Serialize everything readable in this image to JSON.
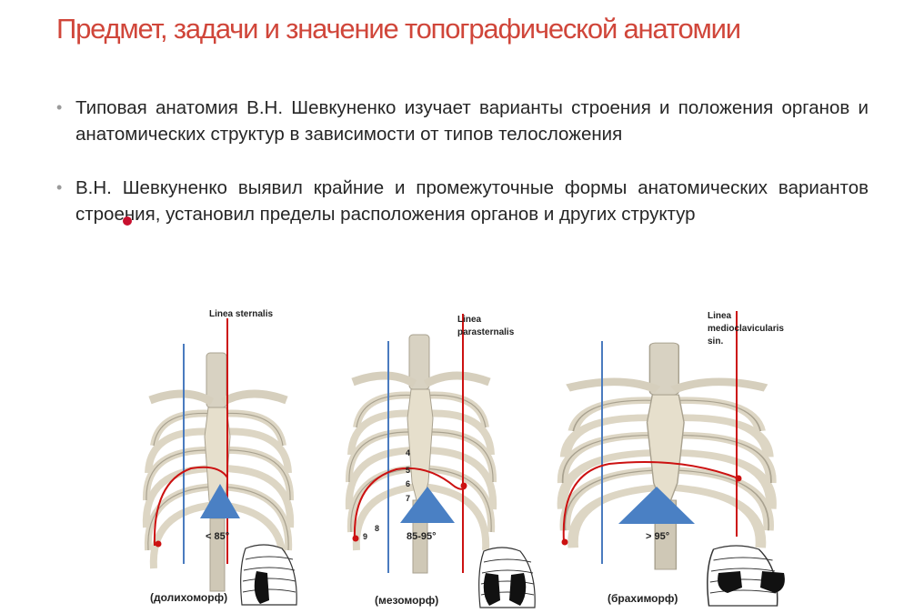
{
  "slide": {
    "title": "Предмет, задачи и значение топографической анатомии",
    "bullets": [
      "Типовая анатомия В.Н. Шевкуненко изучает варианты строения и положения органов и анатомических структур в зависимости от типов телосложения",
      "В.Н. Шевкуненко выявил крайние и промежуточные формы анатомических вариантов строения, установил пределы расположения органов и других структур"
    ]
  },
  "figure": {
    "panels": [
      {
        "line_label": [
          "Linea  sternalis"
        ],
        "angle": "< 85°",
        "type_label": "(долихоморф)",
        "rib_numbers": []
      },
      {
        "line_label": [
          "Linea",
          "parasternalis"
        ],
        "angle": "85-95°",
        "type_label": "(мезоморф)",
        "rib_numbers": [
          "4",
          "5",
          "6",
          "7",
          "8",
          "9"
        ]
      },
      {
        "line_label": [
          "Linea",
          "medioclavicularis",
          "sin."
        ],
        "angle": "> 95°",
        "type_label": "(брахиморф)",
        "rib_numbers": []
      }
    ],
    "colors": {
      "red_line": "#cc1111",
      "blue_line": "#4a7bbf",
      "angle_fill": "#4a80c4",
      "bone": "#ddd6c4"
    }
  }
}
